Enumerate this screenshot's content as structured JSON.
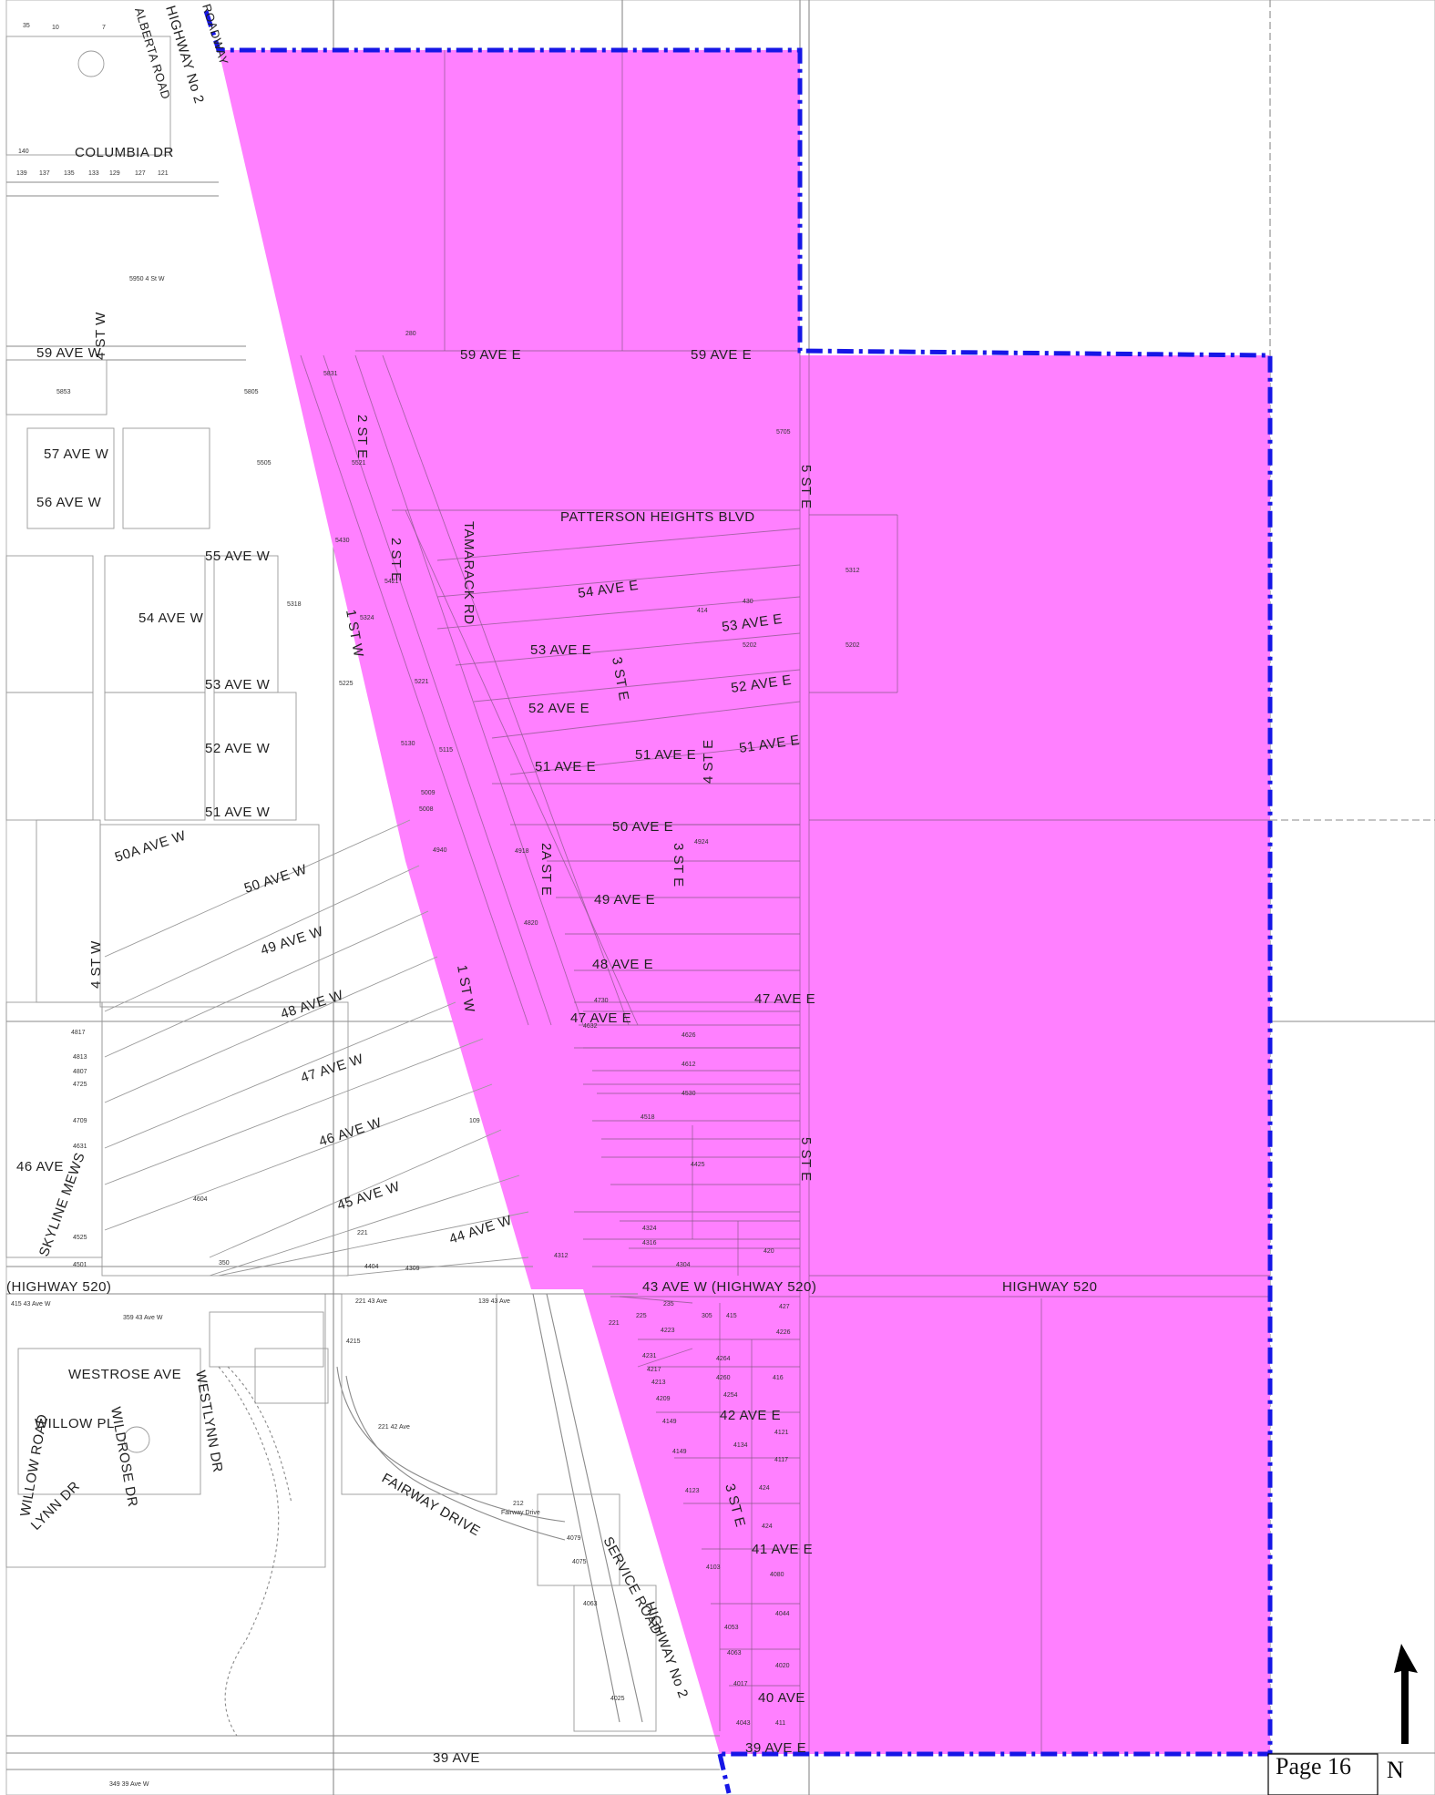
{
  "colors": {
    "zone_fill": "#ff80ff",
    "boundary": "#1616e6",
    "parcel_line": "#9a9a9a",
    "background": "#ffffff"
  },
  "page_label": "Page 16",
  "north_arrow_label": "N",
  "icons": {
    "north_arrow": "north-arrow-icon"
  },
  "streets": {
    "highway2_top": "HIGHWAY No 2",
    "roadway": "ROADWAY",
    "alberta_rd": "ALBERTA ROAD",
    "columbia_dr": "COLUMBIA DR",
    "ave59w": "59 AVE W",
    "ave59e_a": "59 AVE E",
    "ave59e_b": "59 AVE E",
    "st2e_a": "2 ST E",
    "st2e_b": "2 ST E",
    "st5e_a": "5 ST E",
    "st5e_b": "5 ST E",
    "patterson": "PATTERSON HEIGHTS BLVD",
    "tamarack": "TAMARACK RD",
    "ave57w": "57 AVE W",
    "ave56w": "56 AVE W",
    "ave55w": "55 AVE W",
    "ave54w": "54 AVE W",
    "ave53w": "53 AVE W",
    "ave52w": "52 AVE W",
    "ave51w": "51 AVE W",
    "ave50aw": "50A AVE W",
    "ave50w": "50 AVE W",
    "ave49w": "49 AVE W",
    "ave48w": "48 AVE W",
    "ave47w": "47 AVE W",
    "ave46w": "46 AVE W",
    "ave45w": "45 AVE W",
    "ave44w": "44 AVE W",
    "ave46": "46 AVE",
    "ave54e": "54 AVE E",
    "ave53e_a": "53 AVE E",
    "ave53e_b": "53 AVE E",
    "ave52e_a": "52 AVE E",
    "ave52e_b": "52 AVE E",
    "ave51e_a": "51 AVE E",
    "ave51e_b": "51 AVE E",
    "ave51e_c": "51 AVE E",
    "ave50e": "50 AVE E",
    "ave49e": "49 AVE E",
    "ave48e": "48 AVE E",
    "ave47e_a": "47 AVE E",
    "ave47e_b": "47 AVE E",
    "st1w_a": "1 ST W",
    "st1w_b": "1 ST W",
    "st4w_a": "4 ST W",
    "st4w_b": "4 ST W",
    "st3e_a": "3 ST E",
    "st3e_b": "3 ST E",
    "st3e_c": "3 ST E",
    "st4e": "4 ST E",
    "st2ae": "2A ST E",
    "ave43w": "43 AVE W (HIGHWAY 520)",
    "hwy520_e": "HIGHWAY 520",
    "hwy520_w": "(HIGHWAY 520)",
    "ave42e": "42 AVE E",
    "ave41e": "41 AVE E",
    "ave40": "40 AVE",
    "ave39e": "39 AVE E",
    "ave39": "39 AVE",
    "westrose": "WESTROSE AVE",
    "wildrose": "WILDROSE DR",
    "westlynn": "WESTLYNN DR",
    "willow_pl": "WILLOW PL",
    "willow_rd": "WILLOW ROAD",
    "lynn_dr": "LYNN DR",
    "skyline": "SKYLINE MEWS",
    "fairway": "FAIRWAY DRIVE",
    "service_rd": "SERVICE ROAD",
    "hwy2_bottom": "HIGHWAY No 2"
  },
  "parcels": {
    "p280": "280",
    "p5950": "5950 4 St W",
    "p5853": "5853",
    "p5831": "5831",
    "p5805": "5805",
    "p5705": "5705",
    "p5505": "5505",
    "p5521": "5521",
    "p5430": "5430",
    "p5421": "5421",
    "p5312": "5312",
    "p5202_a": "5202",
    "p5202_b": "5202",
    "p430": "430",
    "p414": "414",
    "p5318": "5318",
    "p5324": "5324",
    "p5225": "5225",
    "p5221": "5221",
    "p5130": "5130",
    "p5115": "5115",
    "p5009": "5009",
    "p5008": "5008",
    "p4940": "4940",
    "p4924": "4924",
    "p4918": "4918",
    "p4820": "4820",
    "p4730": "4730",
    "p4632": "4632",
    "p4626": "4626",
    "p4612": "4612",
    "p4530": "4530",
    "p4518": "4518",
    "p4425": "4425",
    "p4404": "4404",
    "p4324": "4324",
    "p4316": "4316",
    "p4304": "4304",
    "p420": "420",
    "p4312": "4312",
    "p4604": "4604",
    "p4817": "4817",
    "p4813": "4813",
    "p4807": "4807",
    "p4725": "4725",
    "p4709": "4709",
    "p4631": "4631",
    "p4525": "4525",
    "p4501": "4501",
    "p350": "350",
    "p221a": "221",
    "p4309": "4309",
    "p109": "109",
    "p221_43": "221 43 Ave",
    "p139_43": "139 43 Ave",
    "p359_43": "359 43 Ave W",
    "p415_43": "415 43 Ave W",
    "p4215": "4215",
    "p221_42": "221 42 Ave",
    "p212_fw": "212",
    "p212_fw_addr": "Fairway Drive",
    "p4079": "4079",
    "p4075": "4075",
    "p4063": "4063",
    "p4025": "4025",
    "p349_39": "349 39 Ave W",
    "p221b": "221",
    "p225": "225",
    "p235": "235",
    "p4223": "4223",
    "p305": "305",
    "p415": "415",
    "p427": "427",
    "p4226": "4226",
    "p4231": "4231",
    "p4217": "4217",
    "p4213": "4213",
    "p4209": "4209",
    "p4149_a": "4149",
    "p4149_b": "4149",
    "p4123": "4123",
    "p4103": "4103",
    "p4053": "4053",
    "p4063b": "4063",
    "p4017": "4017",
    "p4043": "4043",
    "p4264": "4264",
    "p4260": "4260",
    "p4254": "4254",
    "p416": "416",
    "p4134": "4134",
    "p4121": "4121",
    "p4117": "4117",
    "p424a": "424",
    "p424b": "424",
    "p4080": "4080",
    "p4044": "4044",
    "p4020": "4020",
    "p411": "411",
    "c35": "35",
    "c10": "10",
    "c7": "7",
    "c140": "140",
    "c139": "139",
    "c137": "137",
    "c135": "135",
    "c133": "133",
    "c129": "129",
    "c127": "127",
    "c121": "121"
  }
}
